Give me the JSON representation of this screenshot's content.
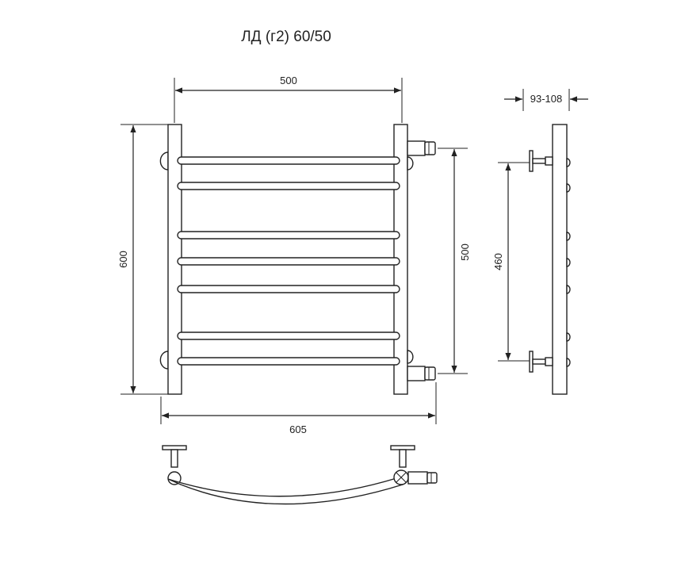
{
  "title": "ЛД (г2) 60/50",
  "dimensions": {
    "top_width": "500",
    "overall_height": "600",
    "connection_height": "500",
    "overall_width": "605",
    "wall_distance": "93-108",
    "mount_spacing": "460"
  },
  "colors": {
    "line": "#222222",
    "background": "#ffffff"
  }
}
